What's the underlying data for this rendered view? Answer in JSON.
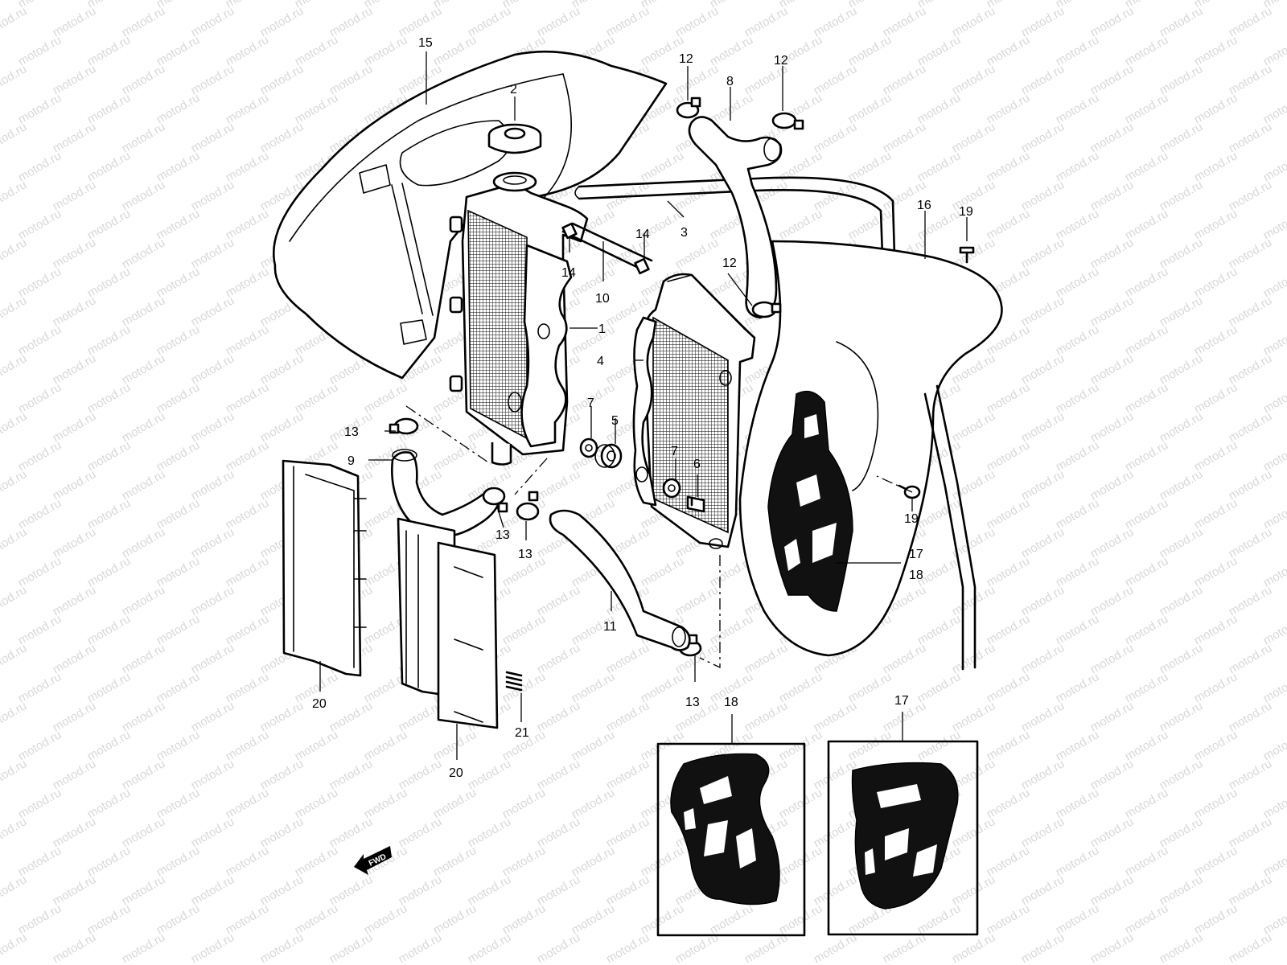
{
  "watermark": "motod.ru",
  "direction_label": "FWD",
  "callouts": {
    "c1": "1",
    "c2": "2",
    "c3": "3",
    "c4": "4",
    "c5": "5",
    "c6": "6",
    "c7a": "7",
    "c7b": "7",
    "c8": "8",
    "c9": "9",
    "c10": "10",
    "c11": "11",
    "c12a": "12",
    "c12b": "12",
    "c12c": "12",
    "c13a": "13",
    "c13b": "13",
    "c13c": "13",
    "c13d": "13",
    "c14a": "14",
    "c14b": "14",
    "c15": "15",
    "c16": "16",
    "c17a": "17",
    "c17b": "17",
    "c18a": "18",
    "c18b": "18",
    "c19a": "19",
    "c19b": "19",
    "c20a": "20",
    "c20b": "20",
    "c21": "21"
  },
  "colors": {
    "line": "#000000",
    "background": "#ffffff",
    "watermark": "#b9b9b9"
  }
}
